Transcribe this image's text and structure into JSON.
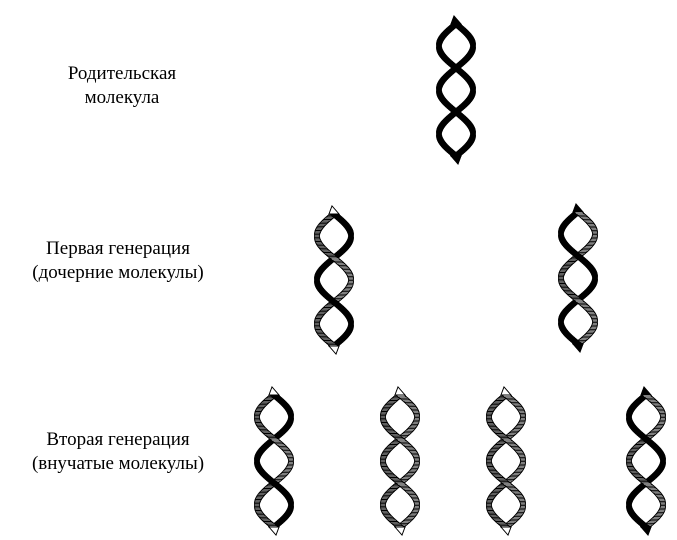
{
  "rows": {
    "parent": {
      "line1": "Родительская",
      "line2": "молекула",
      "molecules": [
        {
          "strand_a": "old",
          "strand_b": "old"
        }
      ]
    },
    "first_generation": {
      "line1": "Первая генерация",
      "line2": "(дочерние молекулы)",
      "molecules": [
        {
          "strand_a": "old",
          "strand_b": "new"
        },
        {
          "strand_a": "new",
          "strand_b": "old"
        }
      ]
    },
    "second_generation": {
      "line1": "Вторая генерация",
      "line2": "(внучатые молекулы)",
      "molecules": [
        {
          "strand_a": "old",
          "strand_b": "new"
        },
        {
          "strand_a": "new",
          "strand_b": "new"
        },
        {
          "strand_a": "new",
          "strand_b": "new"
        },
        {
          "strand_a": "new",
          "strand_b": "old"
        }
      ]
    }
  },
  "colors": {
    "old_strand": "#000000",
    "new_strand": "#ffffff",
    "outline": "#000000"
  }
}
